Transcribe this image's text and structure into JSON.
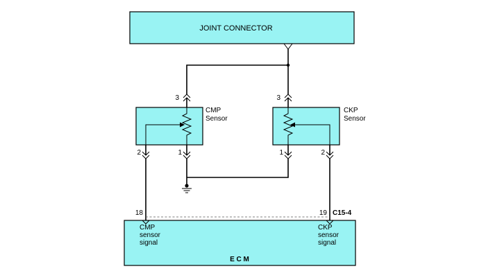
{
  "joint_connector": {
    "label": "JOINT CONNECTOR"
  },
  "cmp_sensor": {
    "name_line1": "CMP",
    "name_line2": "Sensor",
    "pin_top": "3",
    "pin_left": "2",
    "pin_right": "1"
  },
  "ckp_sensor": {
    "name_line1": "CKP",
    "name_line2": "Sensor",
    "pin_top": "3",
    "pin_left": "1",
    "pin_right": "2"
  },
  "ecm": {
    "label": "E C M",
    "connector": "C15-4",
    "pin_cmp": "18",
    "pin_ckp": "19",
    "cmp_signal": [
      "CMP",
      "sensor",
      "signal"
    ],
    "ckp_signal": [
      "CKP",
      "sensor",
      "signal"
    ]
  },
  "colors": {
    "box_fill": "#99f3f3",
    "line": "#000000"
  }
}
